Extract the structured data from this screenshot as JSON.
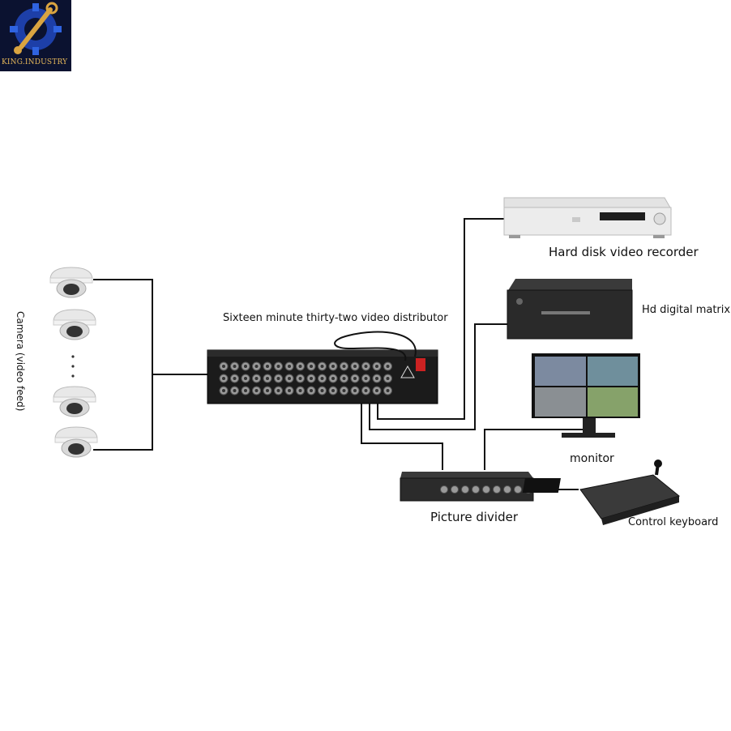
{
  "logo": {
    "text": "KING.INDUSTRY",
    "icon": "gear-wrench-logo"
  },
  "labels": {
    "camera": "Camera (video feed)",
    "distributor": "Sixteen minute thirty-two video distributor",
    "dvr": "Hard disk video recorder",
    "matrix": "Hd digital matrix",
    "monitor": "monitor",
    "divider": "Picture divider",
    "keyboard": "Control keyboard"
  },
  "cameras": {
    "count_shown": 4,
    "ellipsis": "·  ·  ·"
  }
}
